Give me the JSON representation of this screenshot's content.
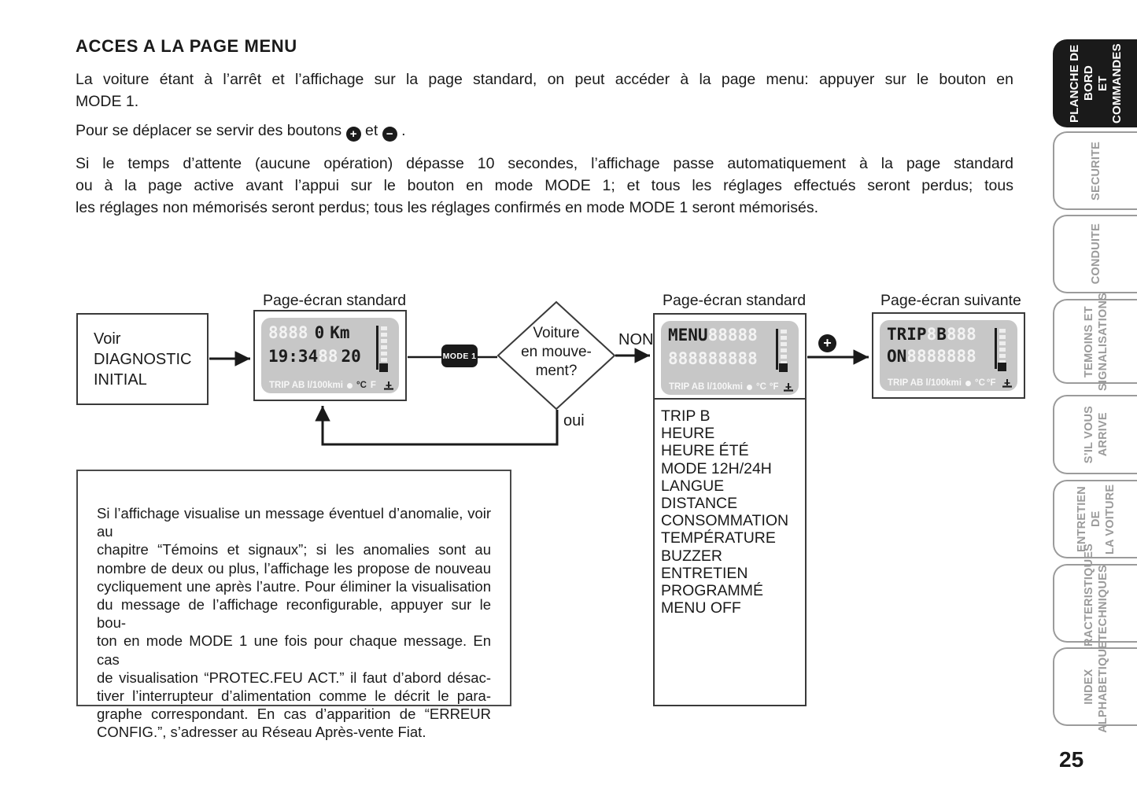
{
  "page": {
    "number": "25",
    "title": "ACCES A LA PAGE MENU"
  },
  "intro": {
    "p1_lines": [
      "La voiture étant à l’arrêt et l’affichage sur la page standard, on peut accéder à la page menu: appuyer sur le bouton en",
      "MODE 1."
    ],
    "p2": {
      "prefix": "Pour se déplacer se servir des boutons",
      "plus": "+",
      "et": "et",
      "minus": "−",
      "period": "."
    },
    "p3_lines": [
      "Si le temps d’attente (aucune opération) dépasse 10 secondes, l’affichage passe automatiquement à la page standard",
      "ou à la page active avant l’appui sur le bouton en mode MODE 1; et tous les réglages effectués seront perdus; tous",
      "les réglages non mémorisés seront perdus; tous les réglages confirmés en mode MODE 1 seront mémorisés."
    ]
  },
  "diagram": {
    "labels": {
      "screen1": "Page-écran standard",
      "screen2": "Page-écran standard",
      "screen3": "Page-écran suivante",
      "non": "NON",
      "oui": "oui",
      "plus": "+"
    },
    "voir_lines": [
      "Voir",
      "DIAGNOSTIC",
      "INITIAL"
    ],
    "mode_button": "MODE 1",
    "decision_lines": [
      "Voiture",
      "en mouve-",
      "ment?"
    ],
    "lcd1": {
      "r1_ghost": "8888",
      "r1_val": "0",
      "r1_unit": "Km",
      "r2_val": "19:34",
      "r2_ghost": "88",
      "r2_temp": "20",
      "legend": {
        "trip": "TRIP AB l/100kmi",
        "c": "°C",
        "f": "F"
      }
    },
    "lcd2": {
      "r1_val": "MENU",
      "r1_ghost": "88888",
      "r2_ghost": "888888888",
      "legend": {
        "trip": "TRIP AB l/100kmi",
        "c": "°C",
        "f": "°F"
      }
    },
    "lcd3": {
      "r1_val": "TRIP",
      "r1_ghost1": "8",
      "r1_val2": "B",
      "r1_ghost2": "888",
      "r2_val": "ON",
      "r2_ghost": "8888888",
      "legend": {
        "trip": "TRIP AB l/100kmi",
        "c": "°C",
        "f": "°F"
      }
    },
    "menu_items": [
      "TRIP B",
      "HEURE",
      "HEURE ÉTÉ",
      "MODE 12H/24H",
      "LANGUE",
      "DISTANCE",
      "CONSOMMATION",
      "TEMPÉRATURE",
      "BUZZER",
      "ENTRETIEN",
      "PROGRAMMÉ",
      "MENU OFF"
    ]
  },
  "note_lines": [
    "Si l’affichage visualise un message éventuel d’anomalie, voir au",
    "chapitre “Témoins et signaux”; si les anomalies sont au",
    "nombre de deux ou plus, l’affichage les propose de nouveau",
    "cycliquement une après l’autre. Pour éliminer la visualisation",
    "du message de l’affichage reconfigurable, appuyer sur le bou-",
    "ton en mode MODE 1 une fois pour chaque message. En cas",
    "de visualisation “PROTEC.FEU ACT.” il faut d’abord désac-",
    "tiver l’interrupteur d’alimentation comme le décrit le para-",
    "graphe correspondant. En cas d’apparition de “ERREUR",
    "CONFIG.”, s’adresser au Réseau Après-vente Fiat."
  ],
  "sidebar": {
    "tabs": [
      {
        "line1": "PLANCHE DE BORD",
        "line2": "ET COMMANDES"
      },
      {
        "line1": "SECURITE"
      },
      {
        "line1": "CONDUITE"
      },
      {
        "line1": "TEMOINS ET",
        "line2": "SIGNALISATIONS"
      },
      {
        "line1": "S’IL VOUS",
        "line2": "ARRIVE"
      },
      {
        "line1": "ENTRETIEN DE",
        "line2": "LA VOITURE"
      },
      {
        "line1": "CARACTERISTIQUES",
        "line2": "TECHNIQUES"
      },
      {
        "line1": "INDEX",
        "line2": "ALPHABETIQUE"
      }
    ]
  }
}
